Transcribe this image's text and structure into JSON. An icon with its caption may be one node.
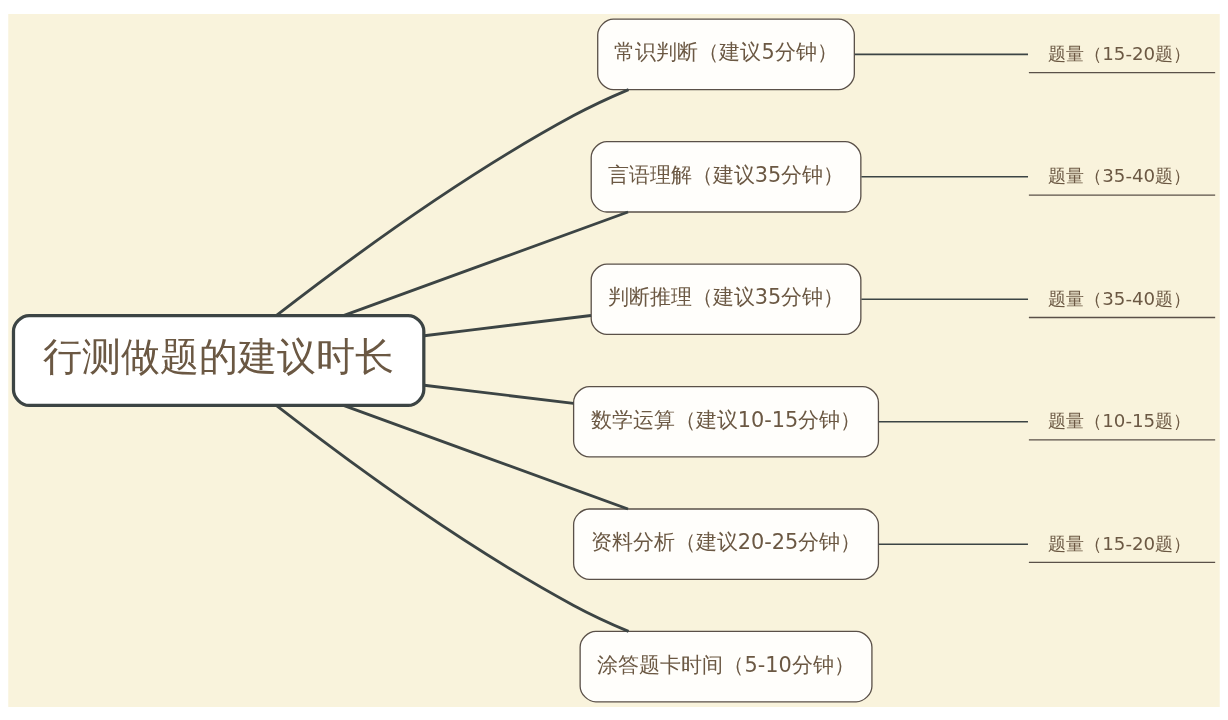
{
  "diagram": {
    "nodes": [
      {
        "text": [
          "行测做题的建议时长"
        ]
      },
      {
        "text": [
          "常识判断（建议5分钟）"
        ]
      },
      {
        "text": [
          "题量（15-20题）"
        ]
      },
      {
        "text": [
          "言语理解（建议35分钟）"
        ]
      },
      {
        "text": [
          "题量（35-40题）"
        ]
      },
      {
        "text": [
          "判断推理（建议35分钟）"
        ]
      },
      {
        "text": [
          "题量（35-40题）"
        ]
      },
      {
        "text": [
          "数学运算（建议10-15分钟）"
        ]
      },
      {
        "text": [
          "题量（10-15题）"
        ]
      },
      {
        "text": [
          "资料分析（建议20-25分钟）"
        ]
      },
      {
        "text": [
          "题量（15-20题）"
        ]
      },
      {
        "text": [
          "涂答题卡时间（5-10分钟）"
        ]
      }
    ],
    "edges": [
      {
        "from": 0,
        "to": 1,
        "arrow": "none"
      },
      {
        "from": 1,
        "to": 2,
        "arrow": "none"
      },
      {
        "from": 0,
        "to": 3,
        "arrow": "none"
      },
      {
        "from": 3,
        "to": 4,
        "arrow": "none"
      },
      {
        "from": 0,
        "to": 5,
        "arrow": "none"
      },
      {
        "from": 5,
        "to": 6,
        "arrow": "none"
      },
      {
        "from": 0,
        "to": 7,
        "arrow": "none"
      },
      {
        "from": 7,
        "to": 8,
        "arrow": "none"
      },
      {
        "from": 0,
        "to": 9,
        "arrow": "none"
      },
      {
        "from": 9,
        "to": 10,
        "arrow": "none"
      },
      {
        "from": 0,
        "to": 11,
        "arrow": "none"
      }
    ]
  }
}
